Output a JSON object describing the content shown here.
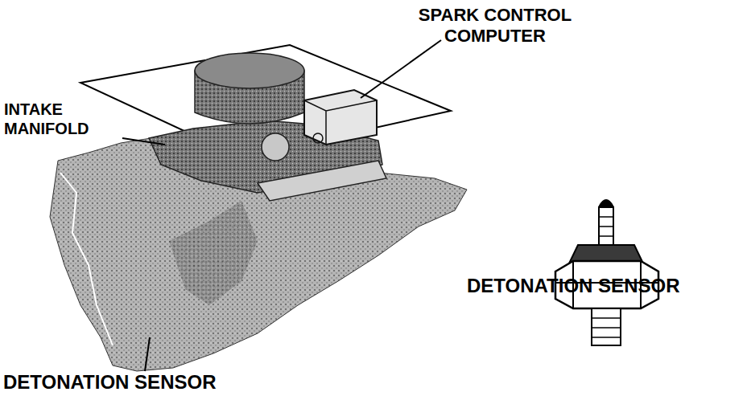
{
  "diagram": {
    "labels": [
      "SPARK CONTROL COMPUTER",
      "INTAKE MANIFOLD",
      "DETONATION SENSOR",
      "DETONATION SENSOR"
    ]
  }
}
